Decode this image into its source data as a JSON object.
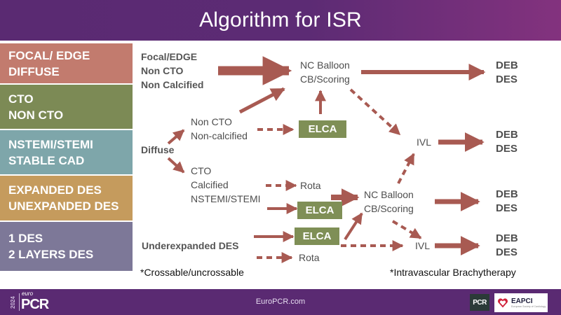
{
  "header": {
    "title": "Algorithm for ISR"
  },
  "categories": [
    {
      "lines": [
        "FOCAL/ EDGE",
        "DIFFUSE"
      ],
      "color": "#c27b6e"
    },
    {
      "lines": [
        "CTO",
        "NON CTO"
      ],
      "color": "#7c8a55"
    },
    {
      "lines": [
        "NSTEMI/STEMI",
        "STABLE CAD"
      ],
      "color": "#7ea6aa"
    },
    {
      "lines": [
        "EXPANDED DES",
        "UNEXPANDED DES"
      ],
      "color": "#c59b5d"
    },
    {
      "lines": [
        "1 DES",
        "2 LAYERS DES"
      ],
      "color": "#7d7898"
    }
  ],
  "flow": {
    "focal_edge": [
      "Focal/EDGE",
      "Non CTO",
      "Non Calcified"
    ],
    "diffuse": "Diffuse",
    "non_cto": [
      "Non CTO",
      "Non-calcified"
    ],
    "cto": [
      "CTO",
      "Calcified",
      "NSTEMI/STEMI"
    ],
    "underexpanded": "Underexpanded DES",
    "nc_balloon_top": [
      "NC Balloon",
      "CB/Scoring"
    ],
    "nc_balloon_mid": [
      "NC Balloon",
      "CB/Scoring"
    ],
    "elca": "ELCA",
    "rota": "Rota",
    "ivl": "IVL",
    "outcomes": [
      "DEB",
      "DES"
    ]
  },
  "notes": {
    "left": "*Crossable/uncrossable",
    "right": "*Intravascular Brachytherapy"
  },
  "colors": {
    "arrow": "#a85a52",
    "elca": "#7f8f56",
    "header_purple": "#5a2a72"
  },
  "footer": {
    "url": "EuroPCR.com",
    "logo_year": "2024",
    "logo_euro": "euro",
    "logo_pcr": "PCR",
    "pcr_badge": "PCR",
    "eapci_name": "EAPCI",
    "eapci_sub": "European Society of Cardiology"
  }
}
